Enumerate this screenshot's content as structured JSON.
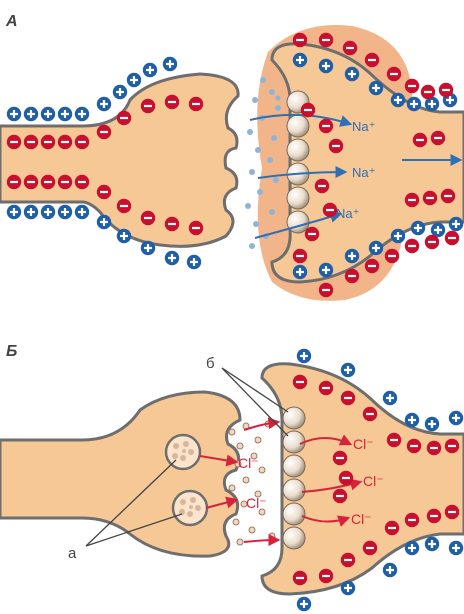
{
  "panels": {
    "a": {
      "label": "А",
      "ion": "Na⁺",
      "ion_label_count": 3
    },
    "b": {
      "label": "Б",
      "ion": "Cl⁻",
      "ion_label_count": 5,
      "callout_vesicles": "а",
      "callout_receptors": "б"
    }
  },
  "colors": {
    "cell_fill": "#f6c896",
    "cell_stroke": "#6e6e6e",
    "depolarized_zone": "#efa36d",
    "positive_charge": "#1f5fa8",
    "negative_charge": "#c8102e",
    "sodium_arrow": "#2f6fb3",
    "chloride_arrow": "#d6233b",
    "transmitter_dot_a": "#8fb4d9",
    "transmitter_dot_b": "#efd8c3",
    "receptor": "#e9dccb"
  },
  "icons": {
    "positive": "plus-circle-icon",
    "negative": "minus-circle-icon"
  }
}
